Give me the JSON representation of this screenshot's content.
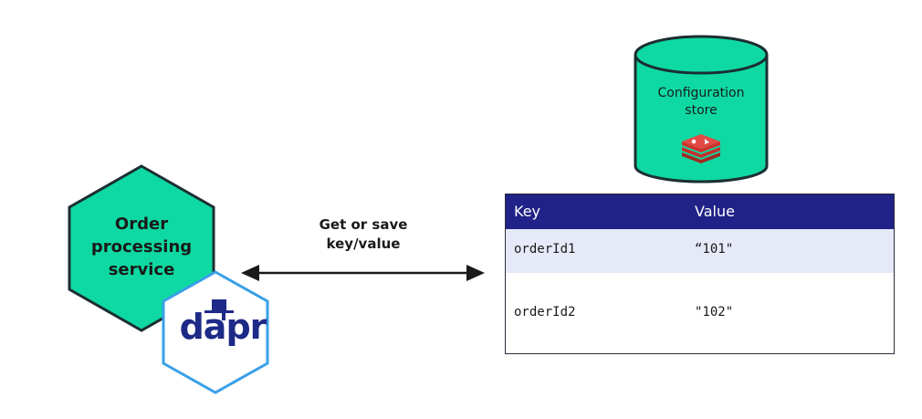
{
  "service": {
    "label_line1": "Order",
    "label_line2": "processing",
    "label_line3": "service",
    "sidecar_logo_text": "dapr"
  },
  "connection": {
    "label_line1": "Get or save",
    "label_line2": "key/value"
  },
  "store": {
    "label_line1": "Configuration",
    "label_line2": "store",
    "icon": "redis-icon"
  },
  "table": {
    "headers": [
      "Key",
      "Value"
    ],
    "rows": [
      {
        "key": "orderId1",
        "value": "“101\""
      },
      {
        "key": "orderId2",
        "value": "\"102\""
      }
    ]
  },
  "colors": {
    "accent_green": "#0fd9a2",
    "outline_dark": "#1b2f33",
    "dapr_blue": "#1e2a87",
    "dapr_border": "#3aa0e8",
    "table_header": "#202287",
    "table_row_alt": "#e6e9f7",
    "redis_red": "#d2312c"
  }
}
